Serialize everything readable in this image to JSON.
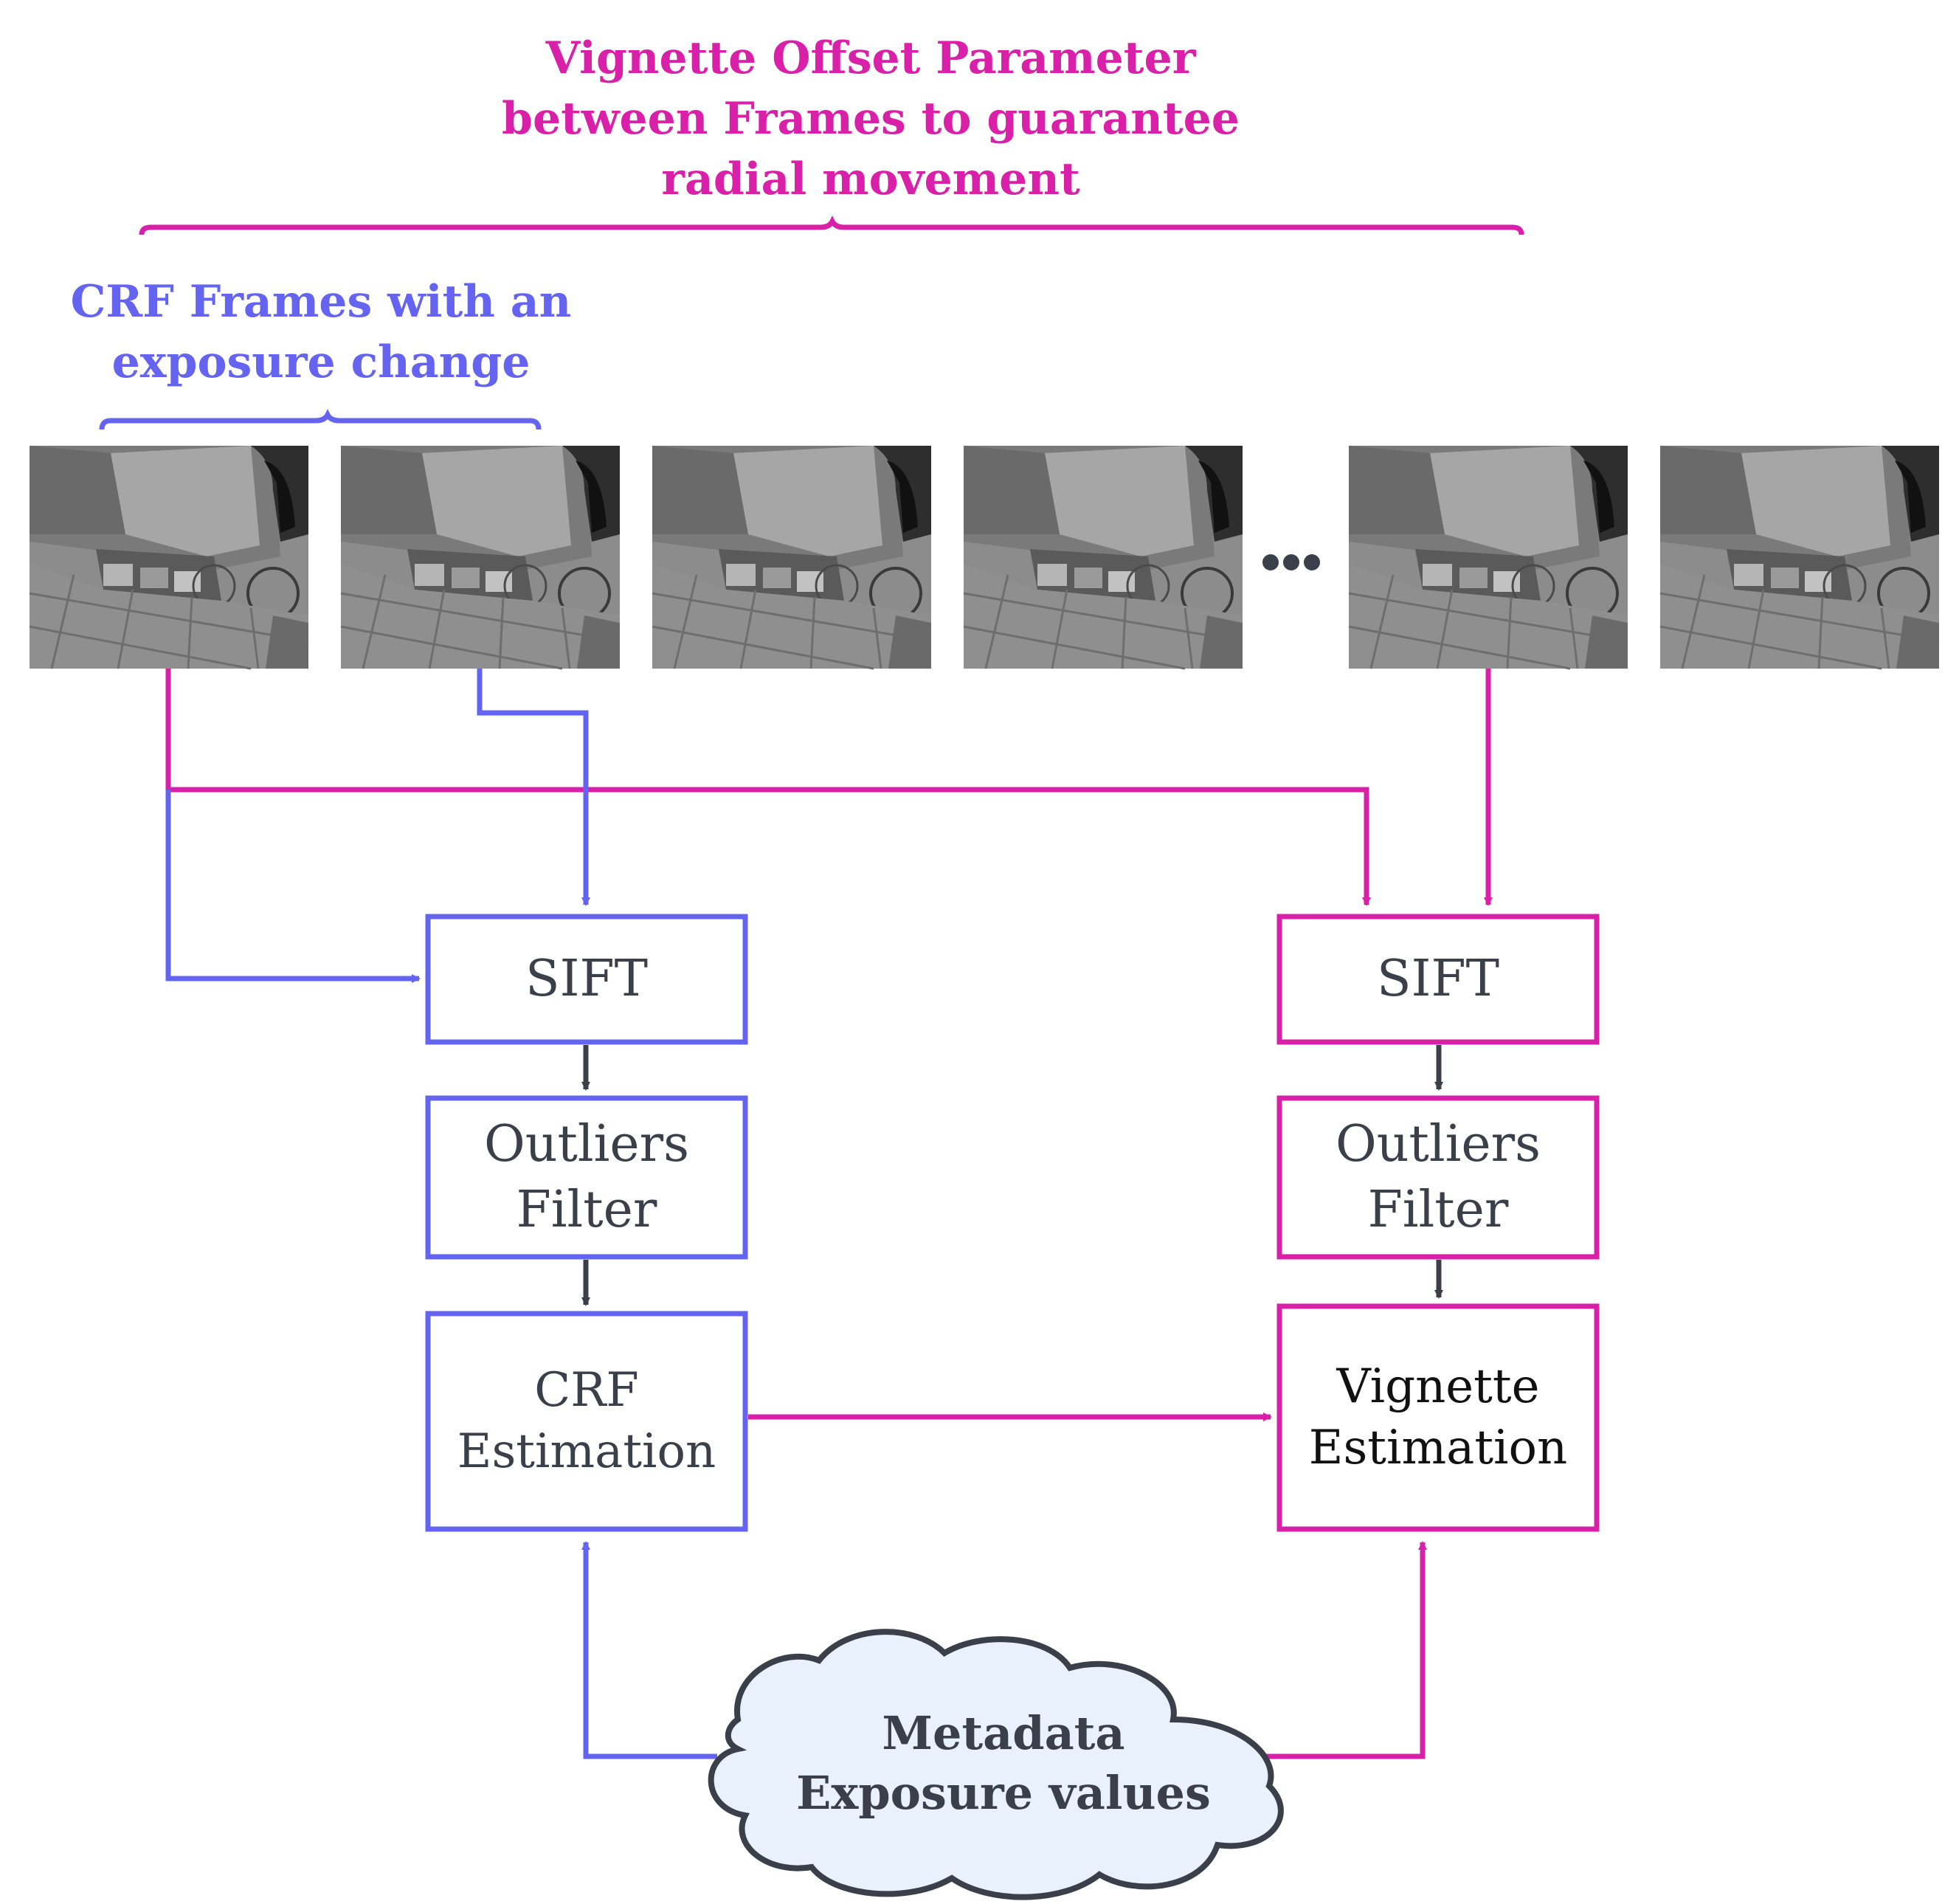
{
  "colors": {
    "magenta": "#d920a8",
    "purple": "#6464f0",
    "dark": "#3a3f4a",
    "cloud_fill": "#e9f1fc"
  },
  "labels": {
    "vignette_offset": "Vignette Offset Parameter\nbetween Frames to guarantee\nradial movement",
    "crf_frames": "CRF Frames with an\nexposure change",
    "ellipsis": "•••"
  },
  "frames": {
    "count": 6,
    "icon": "grayscale-street-frame"
  },
  "left_pipeline": {
    "sift": "SIFT",
    "outliers": "Outliers\nFilter",
    "estimation": "CRF\nEstimation"
  },
  "right_pipeline": {
    "sift": "SIFT",
    "outliers": "Outliers\nFilter",
    "estimation": "Vignette\nEstimation"
  },
  "metadata": {
    "text": "Metadata\nExposure values"
  }
}
